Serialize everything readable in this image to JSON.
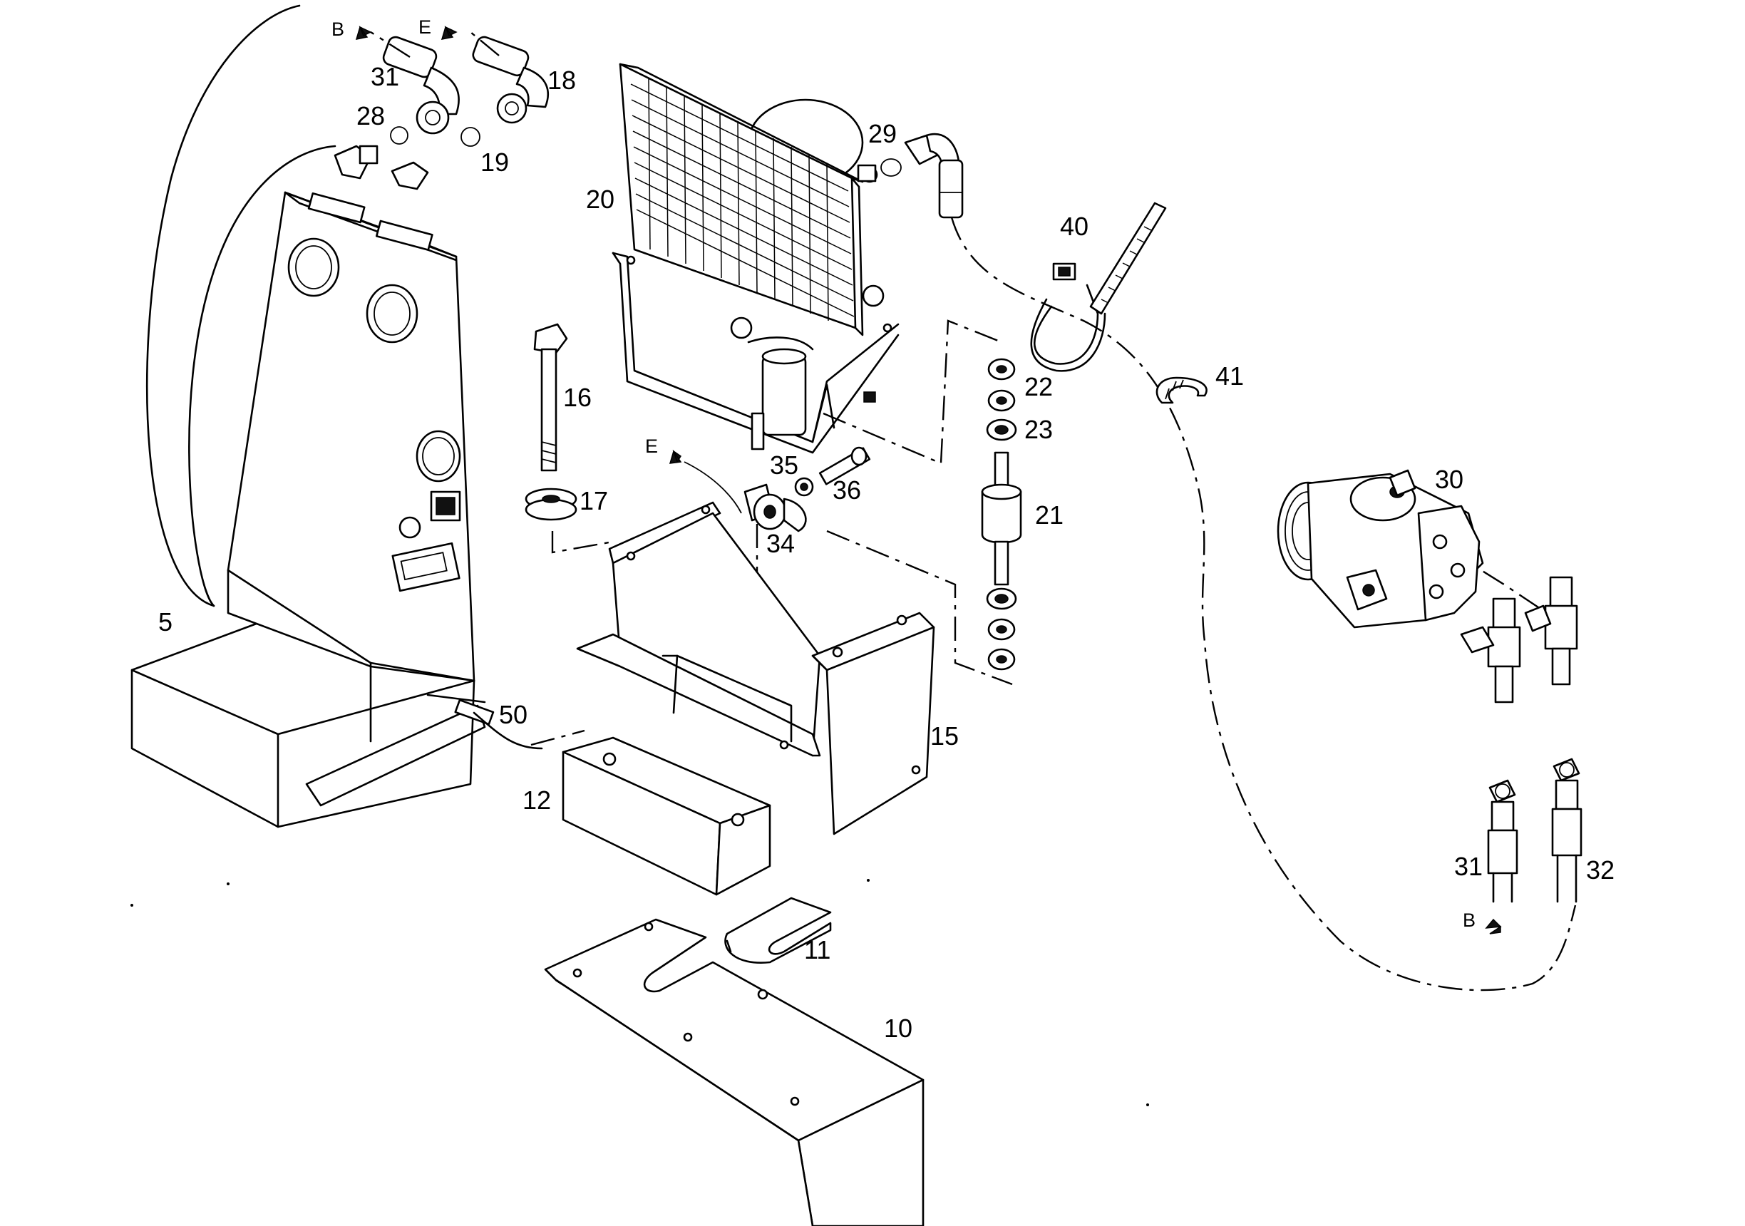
{
  "callouts": [
    {
      "id": "c5",
      "text": "5"
    },
    {
      "id": "c10",
      "text": "10"
    },
    {
      "id": "c11",
      "text": "11"
    },
    {
      "id": "c12",
      "text": "12"
    },
    {
      "id": "c15",
      "text": "15"
    },
    {
      "id": "c16",
      "text": "16"
    },
    {
      "id": "c17",
      "text": "17"
    },
    {
      "id": "c18",
      "text": "18"
    },
    {
      "id": "c19",
      "text": "19"
    },
    {
      "id": "c20",
      "text": "20"
    },
    {
      "id": "c21",
      "text": "21"
    },
    {
      "id": "c22",
      "text": "22"
    },
    {
      "id": "c23",
      "text": "23"
    },
    {
      "id": "c28",
      "text": "28"
    },
    {
      "id": "c29",
      "text": "29"
    },
    {
      "id": "c30",
      "text": "30"
    },
    {
      "id": "c31a",
      "text": "31"
    },
    {
      "id": "c31b",
      "text": "31"
    },
    {
      "id": "c32",
      "text": "32"
    },
    {
      "id": "c34",
      "text": "34"
    },
    {
      "id": "c35",
      "text": "35"
    },
    {
      "id": "c36",
      "text": "36"
    },
    {
      "id": "c40",
      "text": "40"
    },
    {
      "id": "c41",
      "text": "41"
    },
    {
      "id": "c50",
      "text": "50"
    }
  ],
  "arrow_labels": {
    "b_top": "B",
    "e_top": "E",
    "e_mid": "E",
    "b_bottom": "B"
  }
}
